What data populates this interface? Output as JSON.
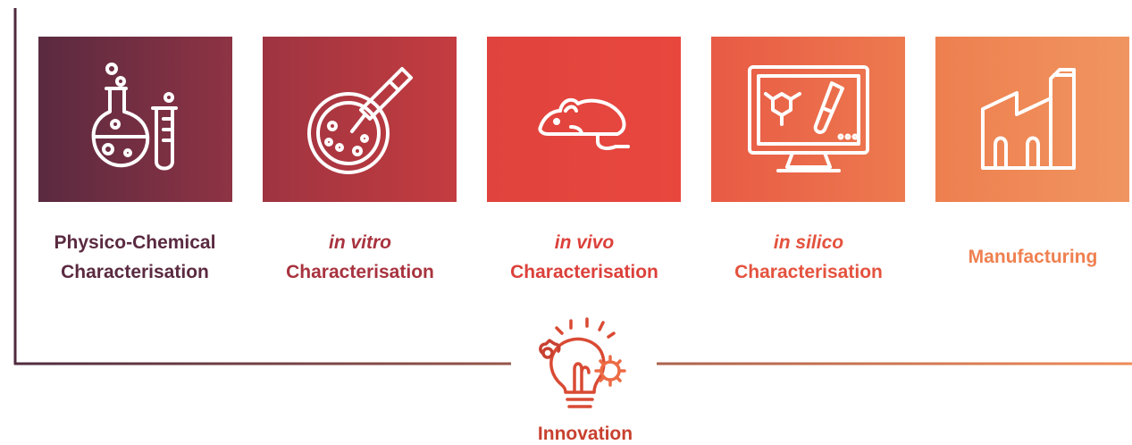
{
  "colors": {
    "frame_start": "#4f2b3f",
    "frame_end": "#ef8a57",
    "tiles": [
      "#5a2a40",
      "#9e3441",
      "#e0433d",
      "#e85a45",
      "#ee7f4f"
    ],
    "tile_grad_end": [
      "#8e3344",
      "#c43c40",
      "#e8473e",
      "#ed7a4f",
      "#f09560"
    ],
    "captions": [
      "#5a2a40",
      "#a8333f",
      "#dc403a",
      "#e4523e",
      "#ef8050"
    ],
    "innovation": "#c8402f"
  },
  "items": [
    {
      "icon": "flask-icon",
      "line1": "Physico-Chemical",
      "line1_italic": false,
      "line2": "Characterisation"
    },
    {
      "icon": "petri-dish-dropper-icon",
      "line1": "in vitro",
      "line1_italic": true,
      "line2": "Characterisation"
    },
    {
      "icon": "mouse-icon",
      "line1": "in vivo",
      "line1_italic": true,
      "line2": "Characterisation"
    },
    {
      "icon": "computer-molecule-icon",
      "line1": "in silico",
      "line1_italic": true,
      "line2": "Characterisation"
    },
    {
      "icon": "factory-icon",
      "line1": "Manufacturing",
      "line1_italic": false,
      "line2": ""
    }
  ],
  "innovation": {
    "label": "Innovation",
    "icon": "lightbulb-gears-icon"
  }
}
